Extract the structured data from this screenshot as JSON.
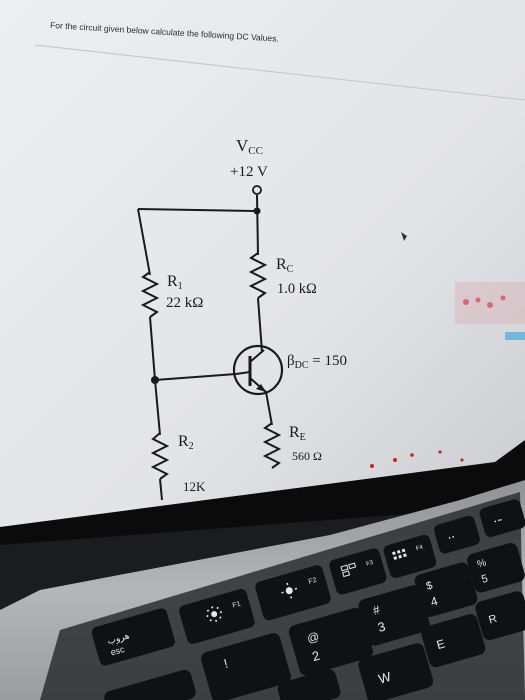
{
  "question": {
    "text": "For the circuit given below calculate the following DC Values."
  },
  "circuit": {
    "vcc_label_main": "V",
    "vcc_label_sub": "CC",
    "vcc_value": "+12 V",
    "r1_label_main": "R",
    "r1_label_sub": "1",
    "r1_value": "22 kΩ",
    "rc_label_main": "R",
    "rc_label_sub": "C",
    "rc_value": "1.0 kΩ",
    "beta_main": "β",
    "beta_sub": "DC",
    "beta_value": " = 150",
    "r2_label_main": "R",
    "r2_label_sub": "2",
    "r2_value": "12K",
    "re_label_main": "R",
    "re_label_sub": "E",
    "re_value": "560 Ω"
  },
  "keyboard": {
    "esc_arabic": "هروب",
    "esc": "esc",
    "f1": "F1",
    "f2": "F2",
    "f3": "F3",
    "f4": "F4",
    "at": "@",
    "two": "2",
    "hash": "#",
    "three": "3",
    "dollar": "$",
    "four": "4",
    "percent": "%",
    "five": "5"
  },
  "colors": {
    "screen": "#e6e7ea",
    "bezel": "#0b0b0c",
    "key": "#101113",
    "chassis": "#b9bbbe"
  }
}
